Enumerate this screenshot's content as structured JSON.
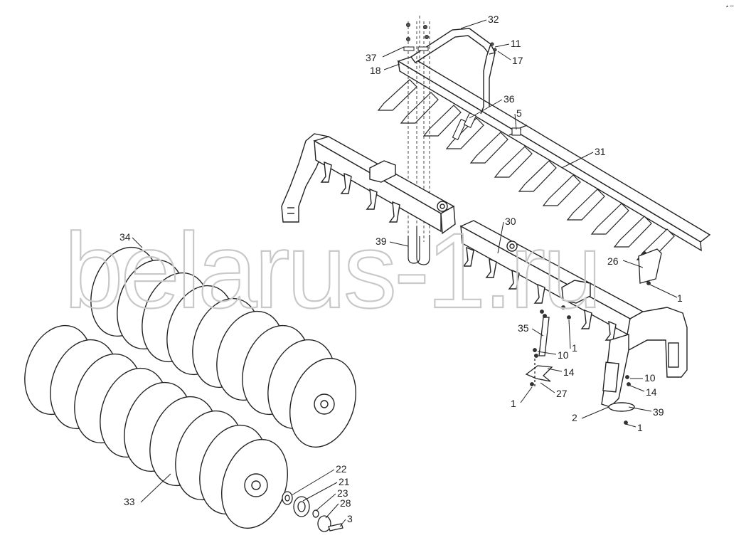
{
  "watermark": "belarus-1.ru",
  "corner_mark": "▲ ▪▪▪",
  "labels": {
    "l32": "32",
    "l11": "11",
    "l17": "17",
    "l37": "37",
    "l18": "18",
    "l36": "36",
    "l5": "5",
    "l31": "31",
    "l30": "30",
    "l34": "34",
    "l39a": "39",
    "l26": "26",
    "l1a": "1",
    "l35": "35",
    "l10a": "10",
    "l1b": "1",
    "l14a": "14",
    "l27": "27",
    "l1c": "1",
    "l10b": "10",
    "l14b": "14",
    "l2": "2",
    "l39b": "39",
    "l1d": "1",
    "l22": "22",
    "l21": "21",
    "l23": "23",
    "l28": "28",
    "l3": "3",
    "l33": "33"
  }
}
